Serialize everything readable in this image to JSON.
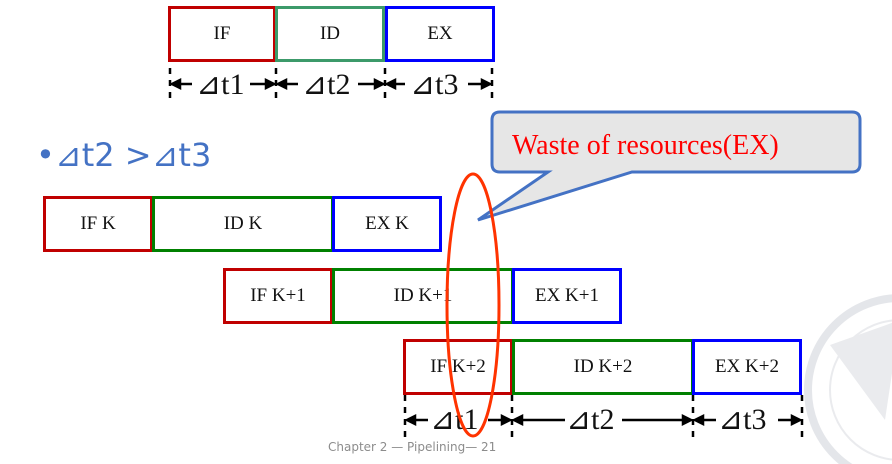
{
  "top_row": {
    "stages": [
      "IF",
      "ID",
      "EX"
    ],
    "intervals": [
      "⊿t1",
      "⊿t2",
      "⊿t3"
    ]
  },
  "bullet": "•⊿t2 >⊿t3",
  "callout": "Waste of resources(EX)",
  "pipeline": [
    {
      "stages": [
        "IF K",
        "ID K",
        "EX K"
      ]
    },
    {
      "stages": [
        "IF  K+1",
        "ID K+1",
        "EX  K+1"
      ]
    },
    {
      "stages": [
        "IF  K+2",
        "ID  K+2",
        "EX  K+2"
      ]
    }
  ],
  "bottom_intervals": [
    "⊿t1",
    "⊿t2",
    "⊿t3"
  ],
  "footer": "Chapter 2 — Pipelining— 21",
  "colors": {
    "if": "#c00000",
    "id": "#008000",
    "ex": "#0000ff",
    "callout_border": "#4472c4",
    "callout_fill": "#e6e6e6",
    "highlight": "#ff3300",
    "bullet": "#4472c4"
  }
}
